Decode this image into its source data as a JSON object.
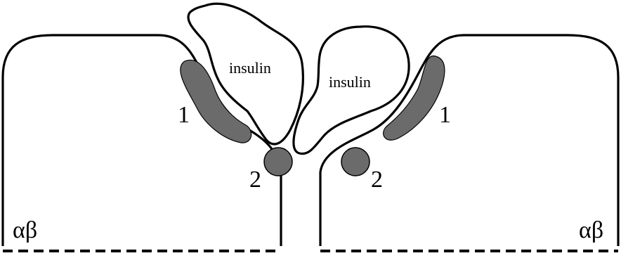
{
  "diagram": {
    "labels": {
      "insulin_left": "insulin",
      "insulin_right": "insulin",
      "site1_left": "1",
      "site1_right": "1",
      "site2_left": "2",
      "site2_right": "2",
      "ab_left": "αβ",
      "ab_right": "αβ"
    },
    "colors": {
      "outline": "#000000",
      "site_fill": "#6b6b6b",
      "background": "#ffffff"
    }
  }
}
